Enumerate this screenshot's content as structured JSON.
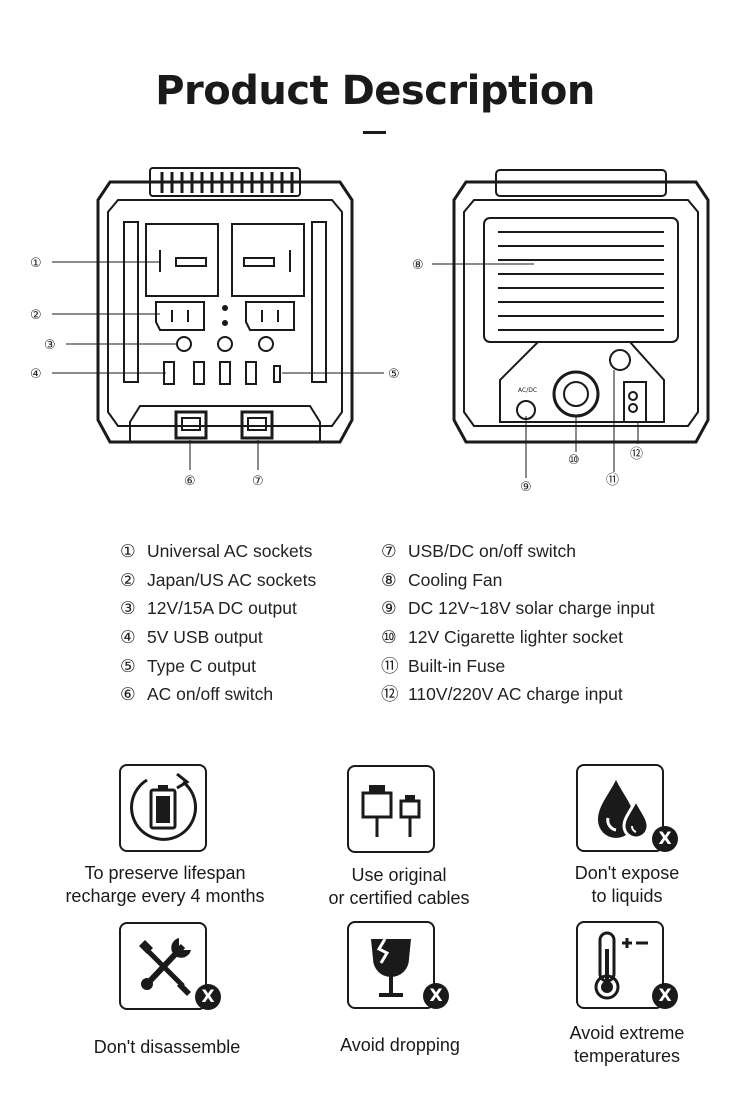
{
  "page": {
    "title": "Product Description"
  },
  "callouts": [
    "①",
    "②",
    "③",
    "④",
    "⑤",
    "⑥",
    "⑦",
    "⑧",
    "⑨",
    "⑩",
    "⑪",
    "⑫"
  ],
  "legend_left": [
    {
      "num": "①",
      "label": "Universal AC sockets"
    },
    {
      "num": "②",
      "label": "Japan/US AC sockets"
    },
    {
      "num": "③",
      "label": "12V/15A DC output"
    },
    {
      "num": "④",
      "label": "5V USB output"
    },
    {
      "num": "⑤",
      "label": "Type C output"
    },
    {
      "num": "⑥",
      "label": "AC  on/off switch"
    }
  ],
  "legend_right": [
    {
      "num": "⑦",
      "label": "USB/DC  on/off switch"
    },
    {
      "num": "⑧",
      "label": "Cooling Fan"
    },
    {
      "num": "⑨",
      "label": "DC 12V~18V solar charge input"
    },
    {
      "num": "⑩",
      "label": "12V  Cigarette lighter socket"
    },
    {
      "num": "⑪",
      "label": "Built-in Fuse"
    },
    {
      "num": "⑫",
      "label": "110V/220V AC charge input"
    }
  ],
  "back_panel_label": "AC/DC",
  "warnings": [
    {
      "icon": "battery-recharge-icon",
      "line1": "To preserve lifespan",
      "line2": "recharge every 4 months"
    },
    {
      "icon": "cable-icon",
      "line1": "Use original",
      "line2": "or certified cables"
    },
    {
      "icon": "liquid-drops-icon",
      "line1": "Don't expose",
      "line2": "to liquids"
    },
    {
      "icon": "tools-icon",
      "line1": "Don't disassemble",
      "line2": ""
    },
    {
      "icon": "broken-glass-icon",
      "line1": "Avoid dropping",
      "line2": ""
    },
    {
      "icon": "thermometer-icon",
      "line1": "Avoid extreme",
      "line2": "temperatures"
    }
  ],
  "badge_label": "X",
  "colors": {
    "ink": "#1a1a1a",
    "background": "#ffffff"
  }
}
